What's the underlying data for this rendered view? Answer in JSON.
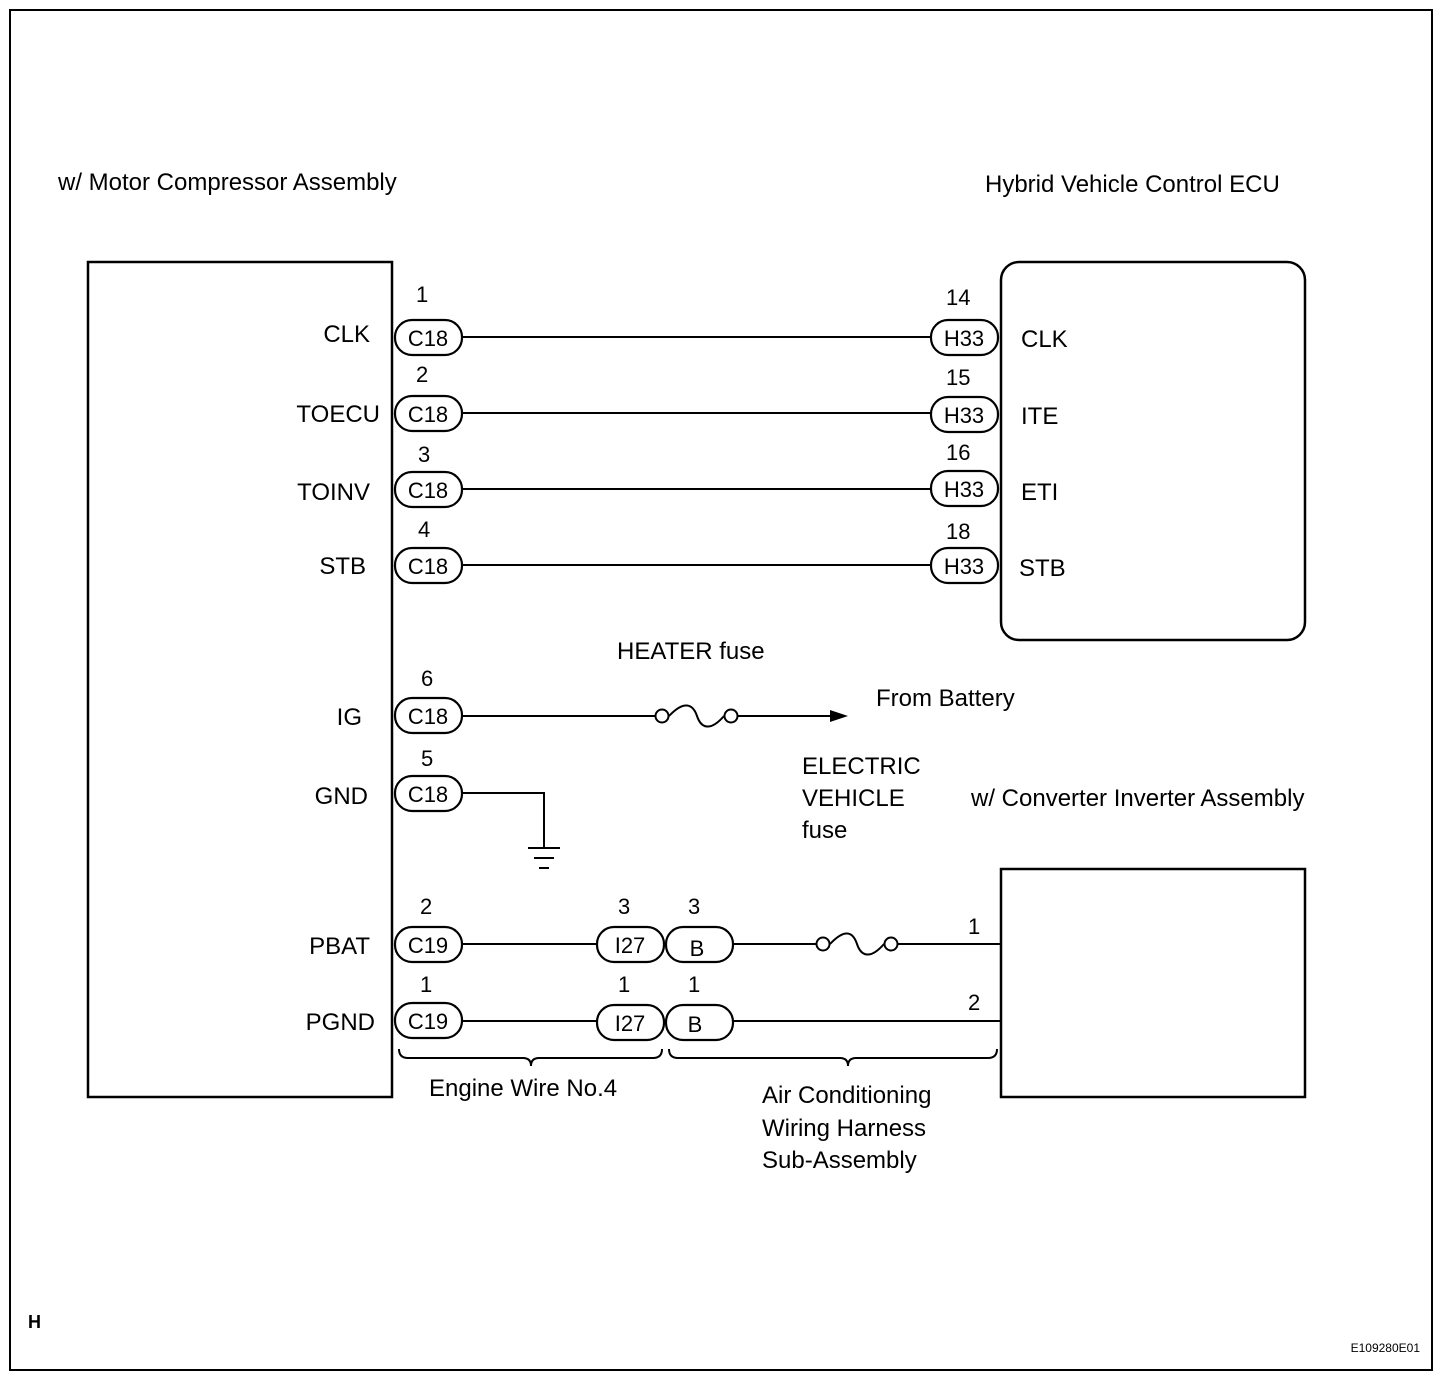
{
  "left_component": {
    "title": "w/ Motor Compressor Assembly"
  },
  "ecu_component": {
    "title": "Hybrid Vehicle Control ECU"
  },
  "inverter_component": {
    "title": "w/ Converter Inverter Assembly"
  },
  "signal_rows": [
    {
      "left_pin": "1",
      "left_label": "CLK",
      "left_conn": "C18",
      "right_pin": "14",
      "right_conn": "H33",
      "right_label": "CLK"
    },
    {
      "left_pin": "2",
      "left_label": "TOECU",
      "left_conn": "C18",
      "right_pin": "15",
      "right_conn": "H33",
      "right_label": "ITE"
    },
    {
      "left_pin": "3",
      "left_label": "TOINV",
      "left_conn": "C18",
      "right_pin": "16",
      "right_conn": "H33",
      "right_label": "ETI"
    },
    {
      "left_pin": "4",
      "left_label": "STB",
      "left_conn": "C18",
      "right_pin": "18",
      "right_conn": "H33",
      "right_label": "STB"
    }
  ],
  "ig_row": {
    "pin": "6",
    "label": "IG",
    "conn": "C18",
    "fuse_label": "HEATER fuse",
    "destination": "From Battery"
  },
  "gnd_row": {
    "pin": "5",
    "label": "GND",
    "conn": "C18"
  },
  "power_rows": [
    {
      "label": "PBAT",
      "pin_a": "2",
      "conn_a": "C19",
      "pin_b": "3",
      "conn_b": "I27",
      "pin_c": "3",
      "conn_c": "B",
      "inv_pin": "1"
    },
    {
      "label": "PGND",
      "pin_a": "1",
      "conn_a": "C19",
      "pin_b": "1",
      "conn_b": "I27",
      "pin_c": "1",
      "conn_c": "B",
      "inv_pin": "2"
    }
  ],
  "ev_fuse": {
    "line1": "ELECTRIC",
    "line2": "VEHICLE",
    "line3": "fuse"
  },
  "harness_labels": {
    "engine_wire": "Engine Wire No.4",
    "ac_line1": "Air Conditioning",
    "ac_line2": "Wiring Harness",
    "ac_line3": "Sub-Assembly"
  },
  "corner_mark": "H",
  "figure_code": "E109280E01"
}
